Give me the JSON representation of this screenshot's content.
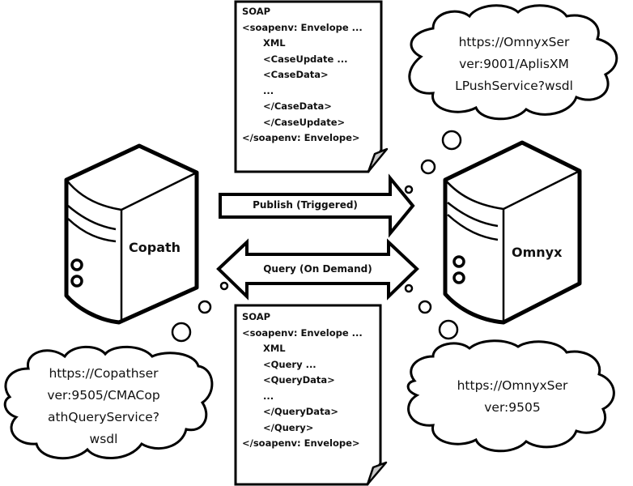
{
  "servers": {
    "left": {
      "label": "Copath"
    },
    "right": {
      "label": "Omnyx"
    }
  },
  "arrows": {
    "publish": {
      "label": "Publish (Triggered)",
      "direction": "right"
    },
    "query": {
      "label": "Query (On Demand)",
      "direction": "both"
    }
  },
  "documents": {
    "top": {
      "lines": [
        "SOAP",
        "<soapenv: Envelope ...",
        "XML",
        "<CaseUpdate ...",
        "<CaseData>",
        "...",
        "</CaseData>",
        "</CaseUpdate>",
        "</soapenv: Envelope>"
      ]
    },
    "bottom": {
      "lines": [
        "SOAP",
        "<soapenv: Envelope ...",
        "XML",
        "<Query ...",
        "<QueryData>",
        "...",
        "</QueryData>",
        "</Query>",
        "</soapenv: Envelope>"
      ]
    }
  },
  "clouds": {
    "omnyx_push": {
      "lines": [
        "https://OmnyxSer",
        "ver:9001/AplisXM",
        "LPushService?wsdl"
      ]
    },
    "copath_query": {
      "lines": [
        "https://Copathser",
        "ver:9505/CMACop",
        "athQueryService?",
        "wsdl"
      ]
    },
    "omnyx_server": {
      "lines": [
        "https://OmnyxSer",
        "ver:9505"
      ]
    }
  },
  "colors": {
    "stroke": "#000000",
    "fold": "#c8c8c8",
    "background": "#ffffff"
  }
}
